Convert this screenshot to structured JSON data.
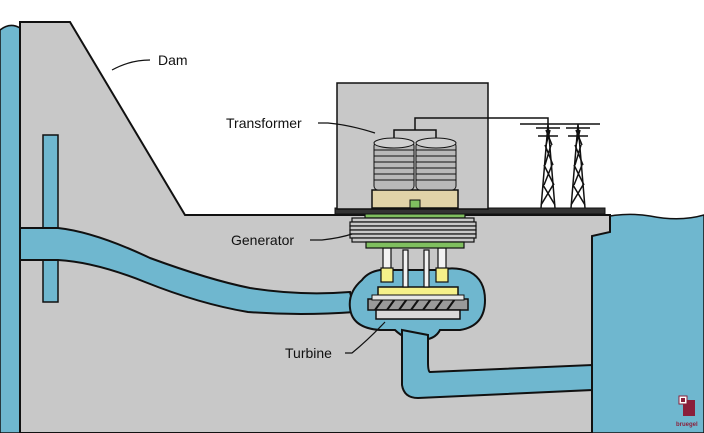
{
  "labels": {
    "dam": "Dam",
    "transformer": "Transformer",
    "generator": "Generator",
    "turbine": "Turbine"
  },
  "logo": {
    "text": "bruegel",
    "icon": "bruegel-logo-icon"
  },
  "colors": {
    "water": "#6fb7cf",
    "concrete": "#c8c8c8",
    "outline": "#111111",
    "coil": "#b9b9b9",
    "transformer_base": "#e1d3a8",
    "generator_ring": "#7fbf5f",
    "shaft_coupling": "#f5f08a",
    "brand": "#8a1f3b"
  }
}
